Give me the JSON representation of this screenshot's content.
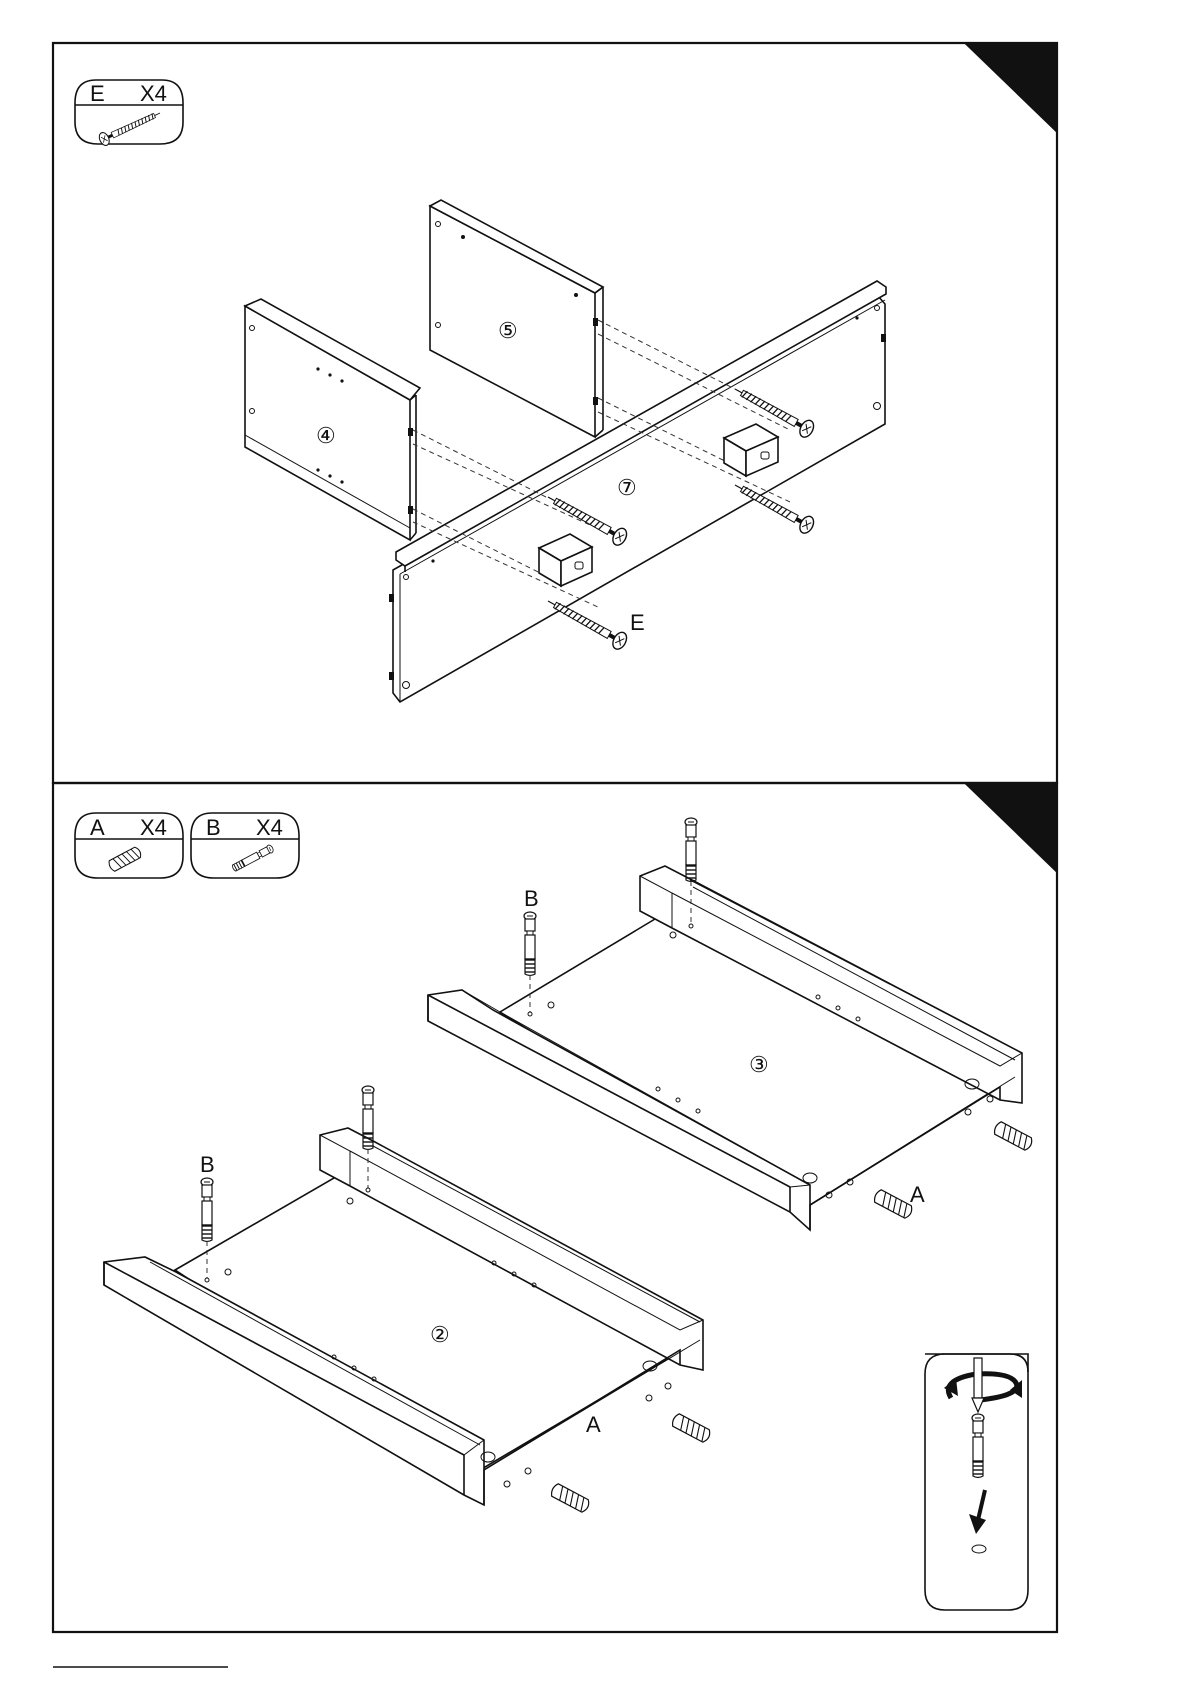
{
  "step1": {
    "hardware": [
      {
        "letter": "E",
        "qty": "X4",
        "icon": "screw-icon"
      }
    ],
    "parts": {
      "left_panel": "④",
      "back_panel": "⑤",
      "front_panel": "⑦"
    },
    "callout": "E"
  },
  "step2": {
    "hardware": [
      {
        "letter": "A",
        "qty": "X4",
        "icon": "wooden-dowel-icon"
      },
      {
        "letter": "B",
        "qty": "X4",
        "icon": "cam-bolt-icon"
      }
    ],
    "parts": {
      "top_panel": "③",
      "bottom_panel": "②"
    },
    "callouts": {
      "bolt": "B",
      "dowel": "A"
    },
    "inset_icon": "screwdriver-rotate-icon"
  }
}
